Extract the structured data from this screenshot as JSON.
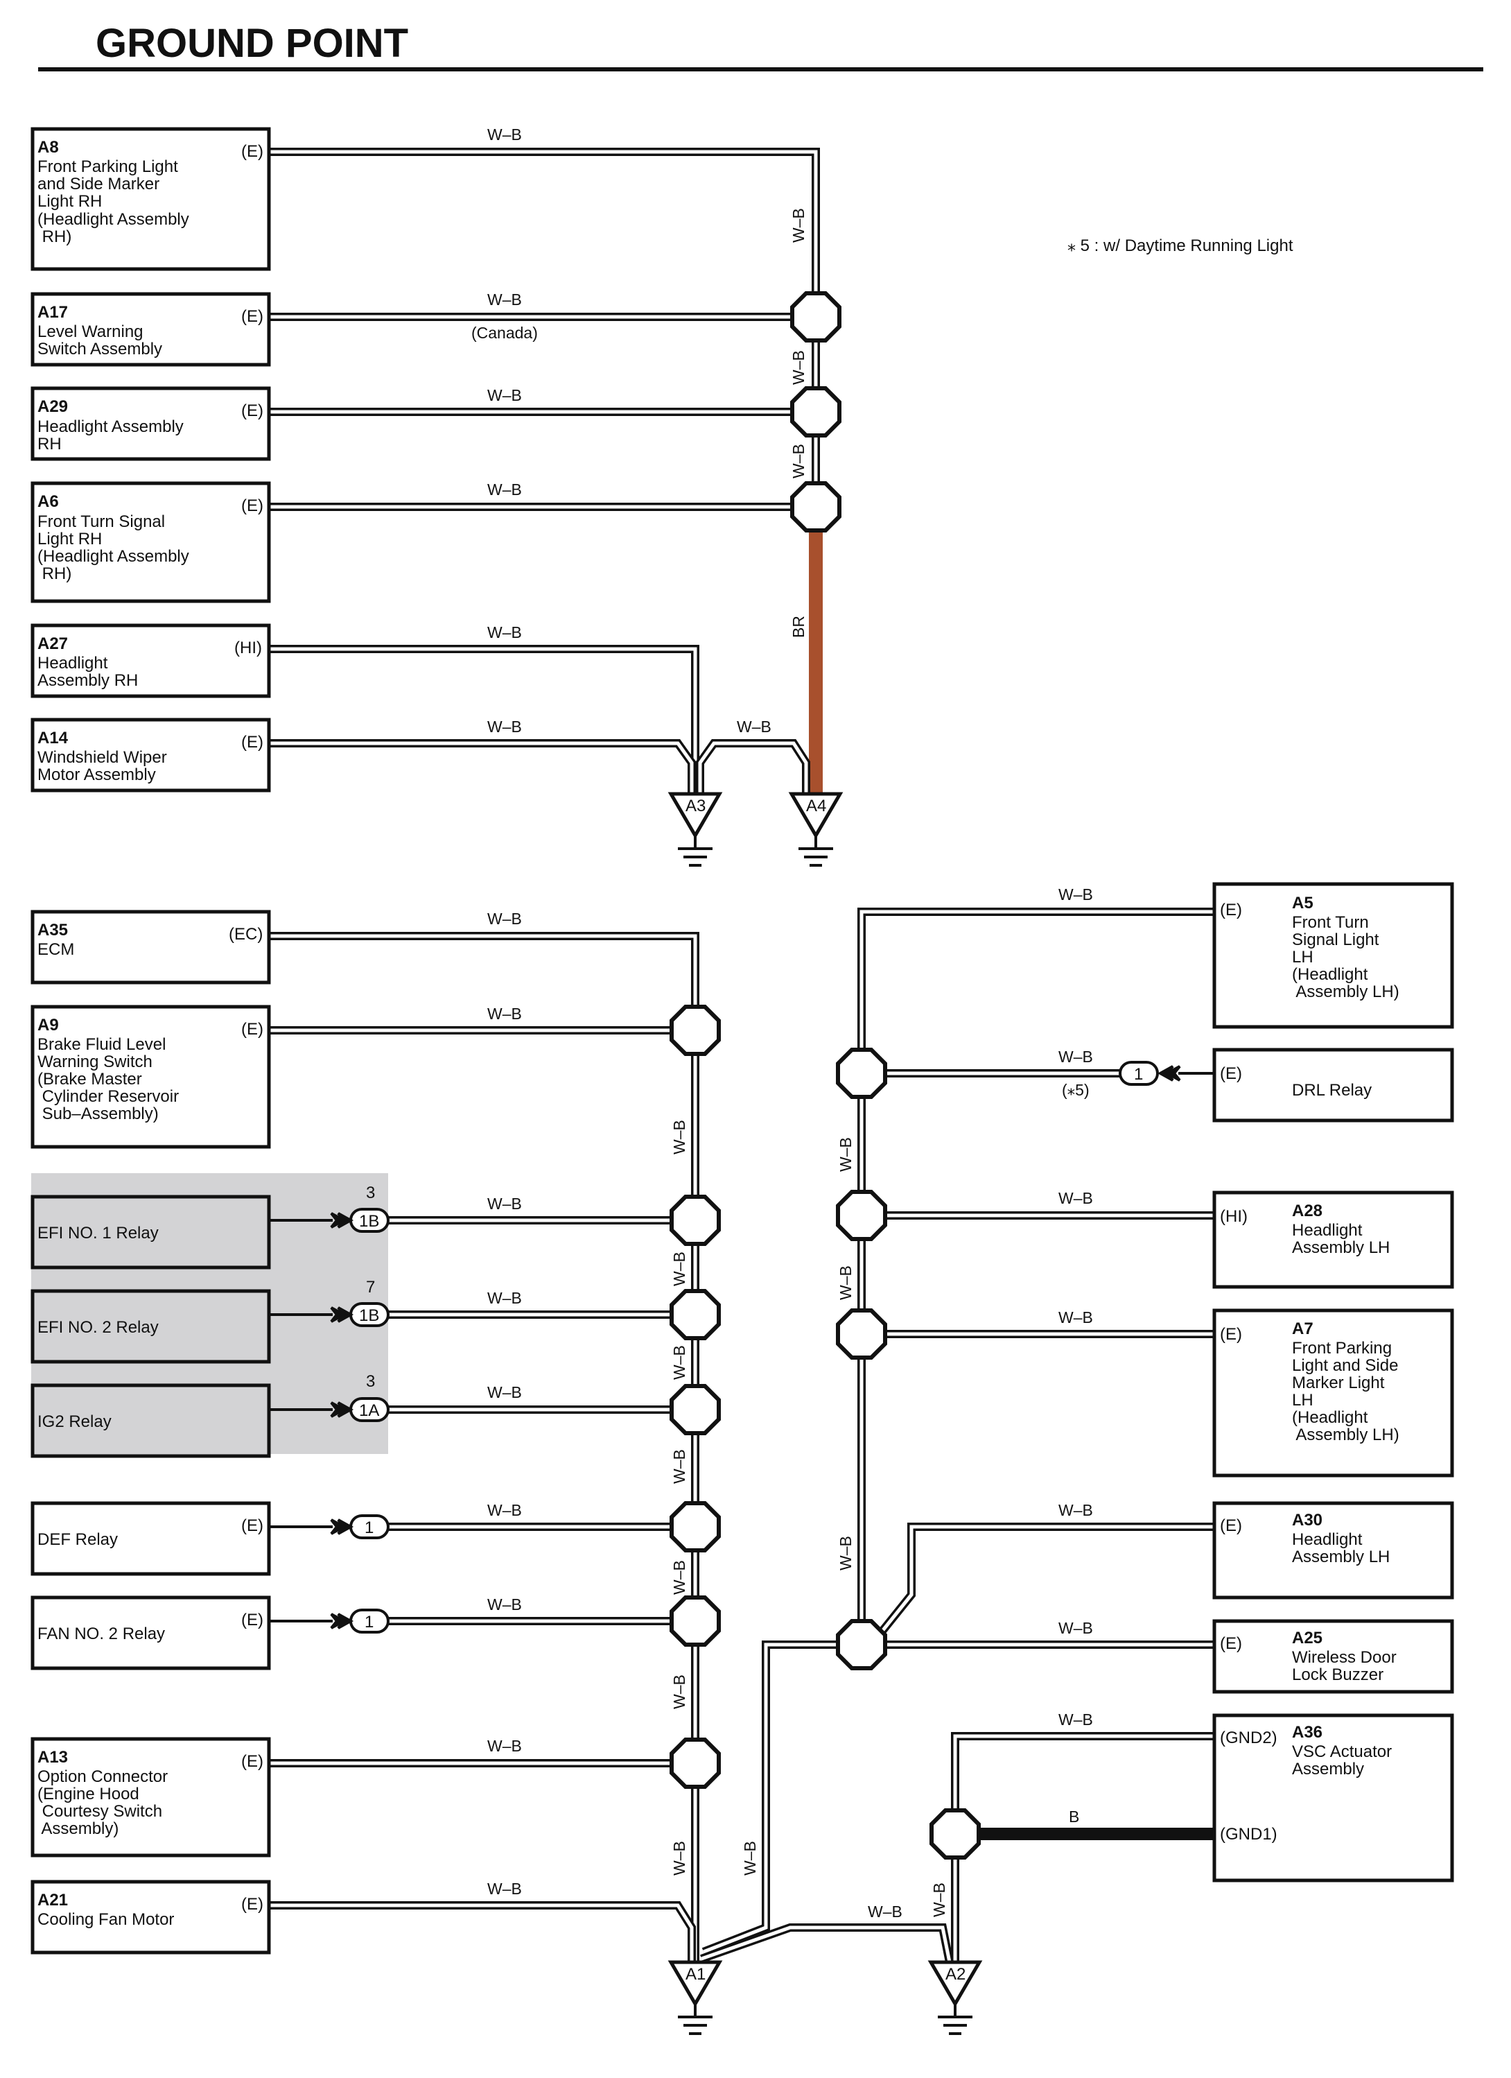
{
  "title": "GROUND POINT",
  "note": "⁎ 5 : w/ Daytime Running Light",
  "wire_color_wb": "W–B",
  "wire_color_br": "BR",
  "wire_color_b": "B",
  "colors": {
    "br_wire": "#a8502d",
    "relay_fill": "#d3d3d5",
    "ink": "#111111"
  },
  "components": {
    "A8": {
      "code": "A8",
      "pin": "(E)",
      "lines": [
        "Front Parking Light",
        "and Side Marker",
        "Light RH",
        "(Headlight Assembly",
        " RH)"
      ]
    },
    "A17": {
      "code": "A17",
      "pin": "(E)",
      "lines": [
        "Level Warning",
        "Switch Assembly"
      ]
    },
    "A29": {
      "code": "A29",
      "pin": "(E)",
      "lines": [
        "Headlight Assembly",
        "RH"
      ]
    },
    "A6": {
      "code": "A6",
      "pin": "(E)",
      "lines": [
        "Front Turn Signal",
        "Light RH",
        "(Headlight Assembly",
        " RH)"
      ]
    },
    "A27": {
      "code": "A27",
      "pin": "(HI)",
      "lines": [
        "Headlight",
        "Assembly RH"
      ]
    },
    "A14": {
      "code": "A14",
      "pin": "(E)",
      "lines": [
        "Windshield Wiper",
        "Motor Assembly"
      ]
    },
    "A35": {
      "code": "A35",
      "pin": "(EC)",
      "lines": [
        "ECM"
      ]
    },
    "A9": {
      "code": "A9",
      "pin": "(E)",
      "lines": [
        "Brake Fluid Level",
        "Warning Switch",
        "(Brake Master",
        " Cylinder Reservoir",
        " Sub–Assembly)"
      ]
    },
    "EFI1": {
      "label": "EFI NO. 1 Relay",
      "pin_no": "3",
      "connector": "1B"
    },
    "EFI2": {
      "label": "EFI NO. 2 Relay",
      "pin_no": "7",
      "connector": "1B"
    },
    "IG2": {
      "label": "IG2 Relay",
      "pin_no": "3",
      "connector": "1A"
    },
    "DEF": {
      "label": "DEF Relay",
      "pin": "(E)",
      "connector": "1"
    },
    "FAN2": {
      "label": "FAN NO. 2 Relay",
      "pin": "(E)",
      "connector": "1"
    },
    "A13": {
      "code": "A13",
      "pin": "(E)",
      "lines": [
        "Option Connector",
        "(Engine Hood",
        " Courtesy Switch",
        " Assembly)"
      ]
    },
    "A21": {
      "code": "A21",
      "pin": "(E)",
      "lines": [
        "Cooling Fan Motor"
      ]
    },
    "A5": {
      "code": "A5",
      "pin": "(E)",
      "lines": [
        "Front Turn",
        "Signal Light",
        "LH",
        "(Headlight",
        " Assembly LH)"
      ]
    },
    "DRL": {
      "label": "DRL Relay",
      "pin": "(E)",
      "connector": "1",
      "note": "(⁎5)"
    },
    "A28": {
      "code": "A28",
      "pin": "(HI)",
      "lines": [
        "Headlight",
        "Assembly LH"
      ]
    },
    "A7": {
      "code": "A7",
      "pin": "(E)",
      "lines": [
        "Front Parking",
        "Light and Side",
        "Marker Light",
        "LH",
        "(Headlight",
        " Assembly LH)"
      ]
    },
    "A30": {
      "code": "A30",
      "pin": "(E)",
      "lines": [
        "Headlight",
        "Assembly LH"
      ]
    },
    "A25": {
      "code": "A25",
      "pin": "(E)",
      "lines": [
        "Wireless Door",
        "Lock Buzzer"
      ]
    },
    "A36": {
      "code": "A36",
      "pin_gnd2": "(GND2)",
      "pin_gnd1": "(GND1)",
      "lines": [
        "VSC Actuator",
        "Assembly"
      ]
    }
  },
  "annotations": {
    "canada": "(Canada)"
  },
  "grounds": {
    "A1": "A1",
    "A2": "A2",
    "A3": "A3",
    "A4": "A4"
  }
}
